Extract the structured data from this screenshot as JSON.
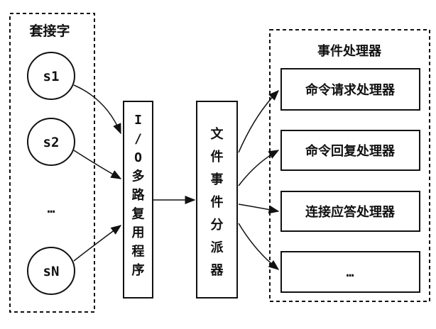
{
  "sockets": {
    "title": "套接字",
    "items": [
      "s1",
      "s2",
      "…",
      "sN"
    ]
  },
  "multiplexer": {
    "label": "I/O多路复用程序",
    "chars": [
      "I",
      "/",
      "O",
      "多",
      "路",
      "复",
      "用",
      "程",
      "序"
    ]
  },
  "dispatcher": {
    "label": "文件事件分派器",
    "chars": [
      "文",
      "件",
      "事",
      "件",
      "分",
      "派",
      "器"
    ]
  },
  "handlers": {
    "title": "事件处理器",
    "items": [
      "命令请求处理器",
      "命令回复处理器",
      "连接应答处理器",
      "…"
    ]
  }
}
